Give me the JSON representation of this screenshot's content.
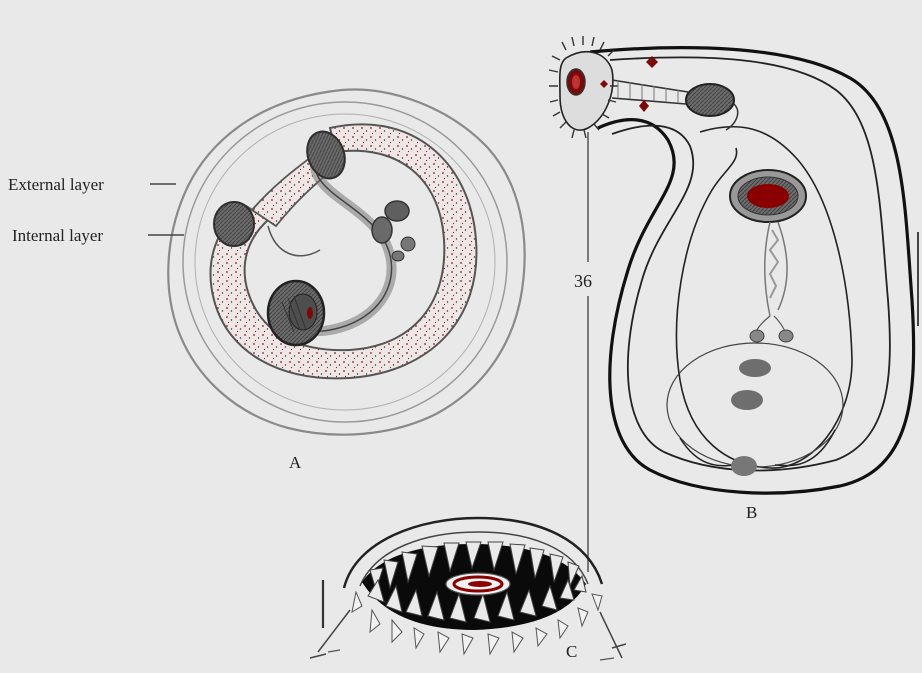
{
  "labels": {
    "external_layer": "External layer",
    "internal_layer": "Internal layer",
    "panel_a": "A",
    "panel_b": "B",
    "panel_c": "C",
    "scale_value": "36"
  },
  "colors": {
    "background": "#e9e9e9",
    "outline": "#2a2a2a",
    "organ_gray": "#5f5f5f",
    "stipple": "#8b1a1a",
    "dark_red": "#7a0a0a",
    "black_fill": "#0a0a0a"
  }
}
